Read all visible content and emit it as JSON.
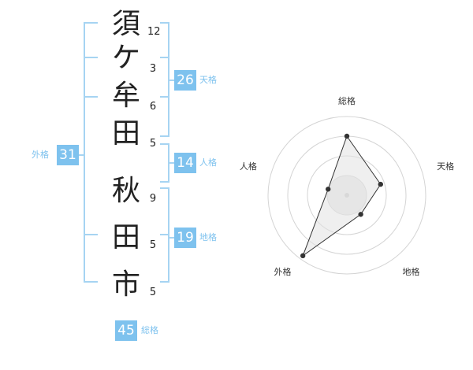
{
  "name": {
    "characters": [
      "須",
      "ケ",
      "牟",
      "田",
      "秋",
      "田",
      "市"
    ],
    "strokes": [
      "12",
      "3",
      "6",
      "5",
      "9",
      "5",
      "5"
    ]
  },
  "scores": {
    "tenkaku": {
      "value": "26",
      "label": "天格"
    },
    "jinkaku": {
      "value": "14",
      "label": "人格"
    },
    "chikaku": {
      "value": "19",
      "label": "地格"
    },
    "gaikaku": {
      "value": "31",
      "label": "外格"
    },
    "soukaku": {
      "value": "45",
      "label": "総格"
    }
  },
  "chart_data": {
    "type": "radar",
    "axes": [
      "総格",
      "天格",
      "地格",
      "外格",
      "人格"
    ],
    "levels": 4,
    "values": [
      0.75,
      0.45,
      0.3,
      0.95,
      0.25
    ]
  },
  "colors": {
    "accent": "#7ec2ee",
    "bracket": "#a6d4f2"
  }
}
